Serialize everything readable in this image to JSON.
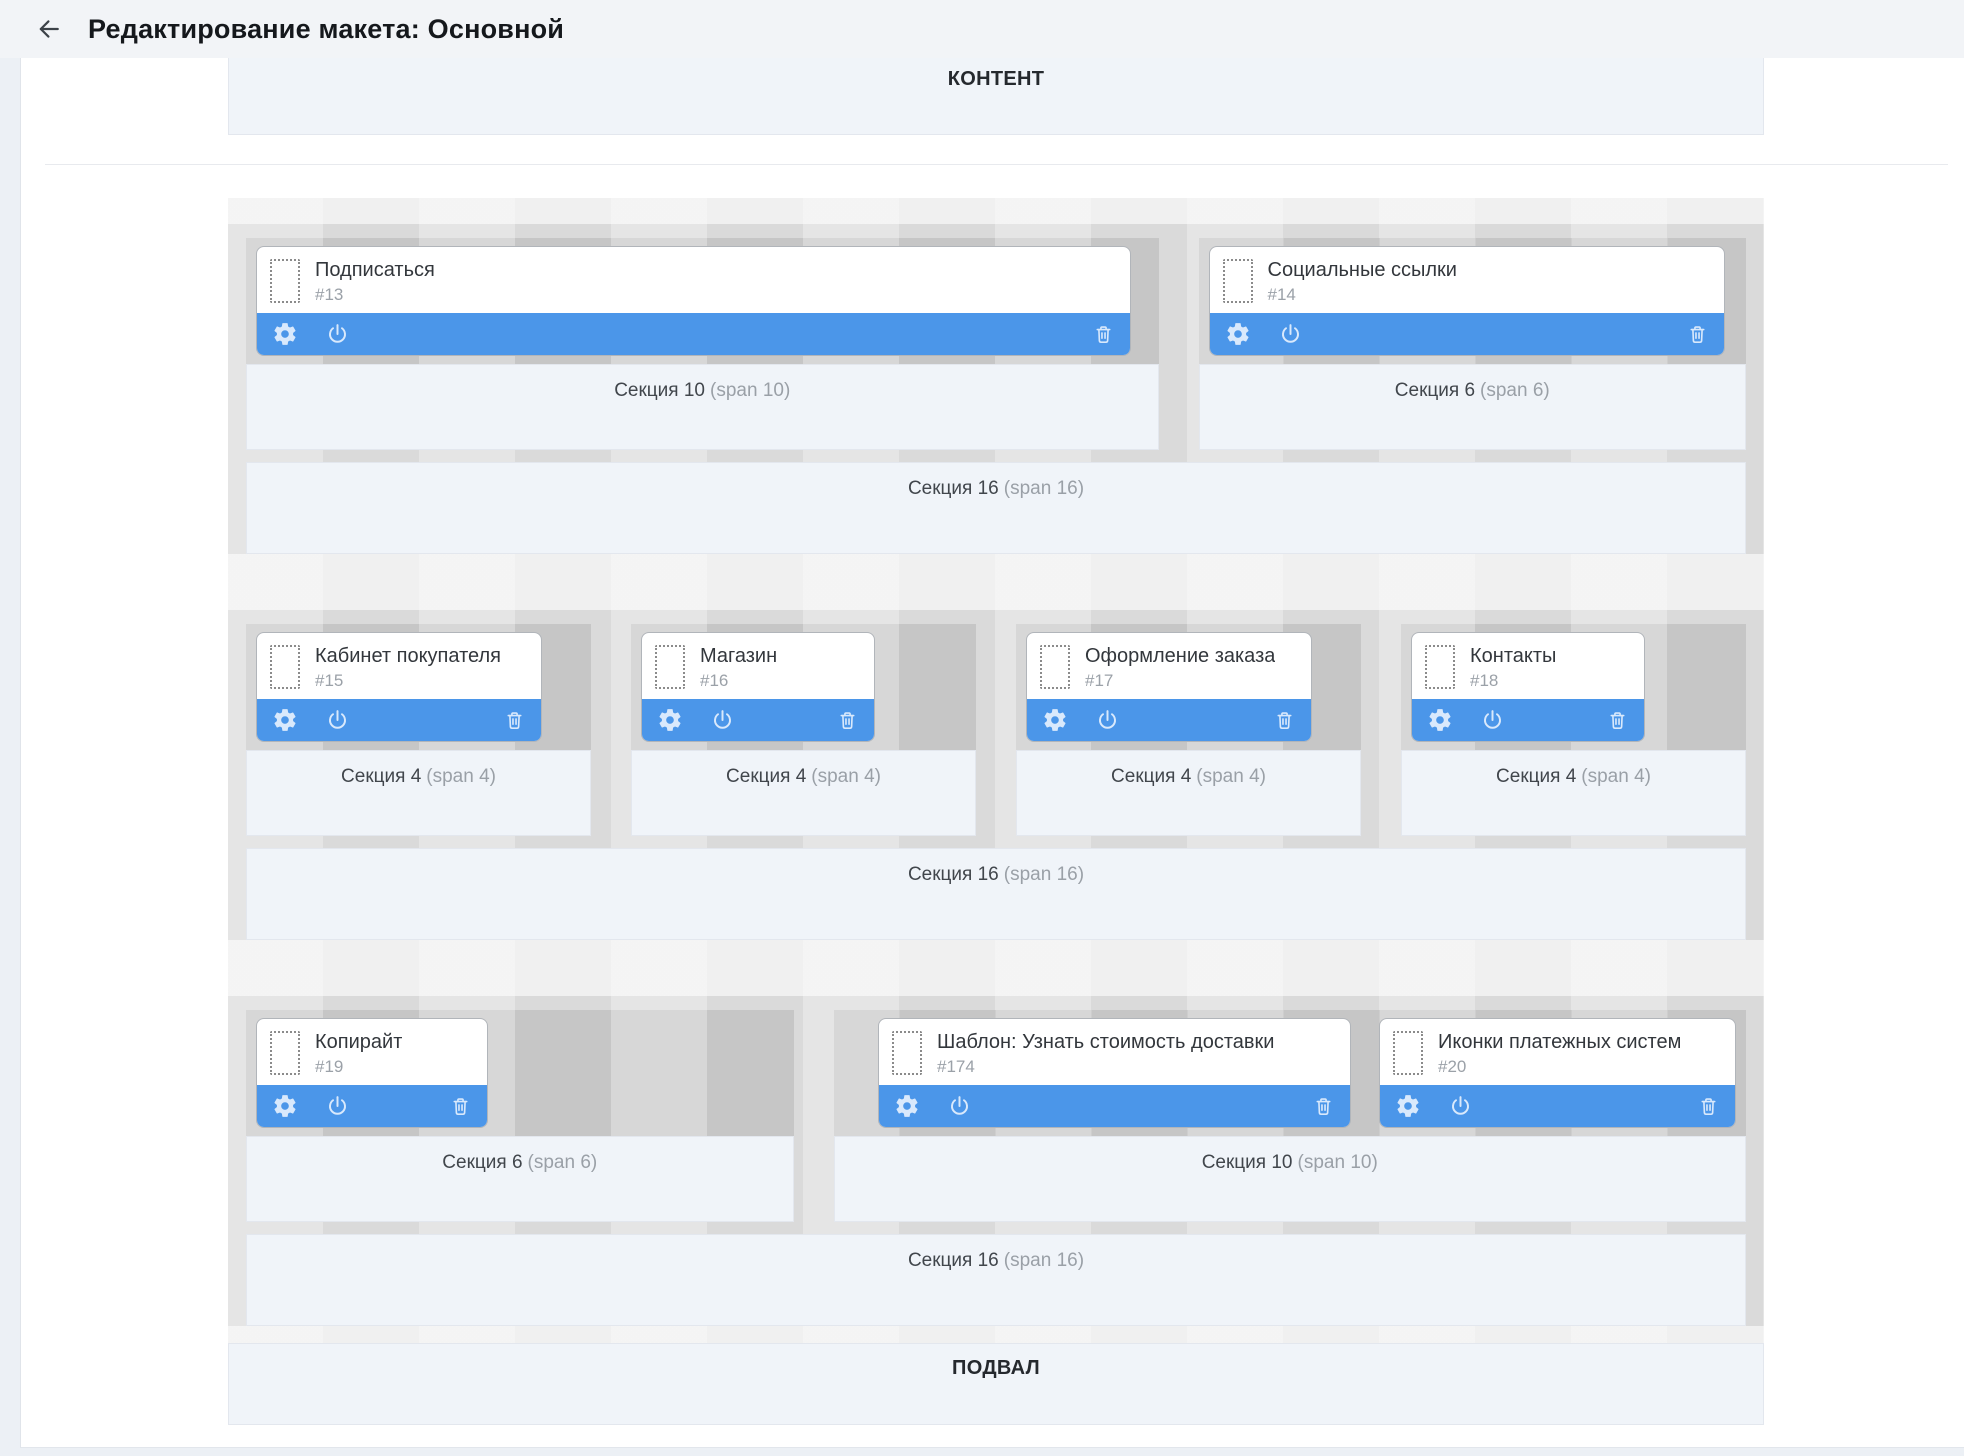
{
  "header": {
    "title": "Редактирование макета: Основной",
    "back_icon": "arrow-left"
  },
  "zones": {
    "content_label": "КОНТЕНТ",
    "footer_label": "ПОДВАЛ"
  },
  "colors": {
    "toolbar_blue": "#4b96e9",
    "zone_panel_bg": "#f0f4f9",
    "section_dark_bg": "#c6c6c6"
  },
  "widget_toolbar_icons": [
    "gear",
    "power",
    "trash"
  ],
  "rows": [
    {
      "outer": {
        "name": "Секция 16",
        "span": "(span 16)"
      },
      "sections": [
        {
          "name": "Секция 10",
          "span": "(span 10)",
          "flex": 10,
          "align": "left",
          "widgets": [
            {
              "title": "Подписаться",
              "id": "#13",
              "width_pct": 98
            }
          ]
        },
        {
          "name": "Секция 6",
          "span": "(span 6)",
          "flex": 6,
          "align": "left",
          "widgets": [
            {
              "title": "Социальные ссылки",
              "id": "#14",
              "width_pct": 98
            }
          ]
        }
      ]
    },
    {
      "outer": {
        "name": "Секция 16",
        "span": "(span 16)"
      },
      "sections": [
        {
          "name": "Секция 4",
          "span": "(span 4)",
          "flex": 4,
          "align": "left",
          "widgets": [
            {
              "title": "Кабинет покупателя",
              "id": "#15",
              "width_pct": 88
            }
          ]
        },
        {
          "name": "Секция 4",
          "span": "(span 4)",
          "flex": 4,
          "align": "left",
          "widgets": [
            {
              "title": "Магазин",
              "id": "#16",
              "width_pct": 72
            }
          ]
        },
        {
          "name": "Секция 4",
          "span": "(span 4)",
          "flex": 4,
          "align": "left",
          "widgets": [
            {
              "title": "Оформление заказа",
              "id": "#17",
              "width_pct": 88
            }
          ]
        },
        {
          "name": "Секция 4",
          "span": "(span 4)",
          "flex": 4,
          "align": "left",
          "widgets": [
            {
              "title": "Контакты",
              "id": "#18",
              "width_pct": 72
            }
          ]
        }
      ]
    },
    {
      "outer": {
        "name": "Секция 16",
        "span": "(span 16)"
      },
      "sections": [
        {
          "name": "Секция 6",
          "span": "(span 6)",
          "flex": 6,
          "align": "left",
          "widgets": [
            {
              "title": "Копирайт",
              "id": "#19",
              "width_pct": 44
            }
          ]
        },
        {
          "name": "Секция 10",
          "span": "(span 10)",
          "flex": 10,
          "align": "right",
          "widgets": [
            {
              "title": "Шаблон: Узнать стоимость доставки",
              "id": "#174",
              "width_pct": 53
            },
            {
              "title": "Иконки платежных систем",
              "id": "#20",
              "width_pct": 40
            }
          ]
        }
      ]
    }
  ]
}
